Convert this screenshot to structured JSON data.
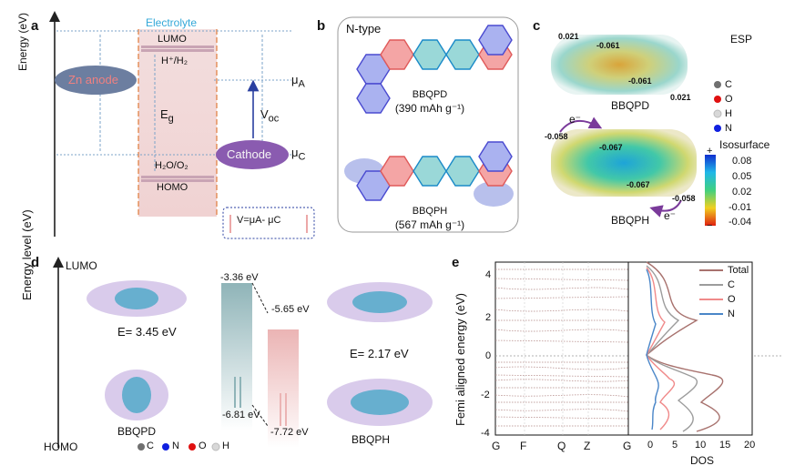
{
  "panel_a": {
    "label": "a",
    "y_axis": "Energy (eV)",
    "electrolyte": "Electrolyte",
    "lumo": "LUMO",
    "h_couple": "H⁺/H₂",
    "eg": "E",
    "eg_sub": "g",
    "h2o_couple": "H₂O/O₂",
    "homo": "HOMO",
    "zn_anode": "Zn anode",
    "cathode": "Cathode",
    "mu_a": "μ",
    "mu_a_sub": "A",
    "mu_c": "μ",
    "mu_c_sub": "C",
    "voc": "V",
    "voc_sub": "oc",
    "formula": "V",
    "formula_rest": "=μA- μC"
  },
  "panel_b": {
    "label": "b",
    "title": "N-type",
    "mol1_name": "BBQPD",
    "mol1_cap": "(390 mAh g⁻¹)",
    "mol2_name": "BBQPH",
    "mol2_cap": "(567 mAh g⁻¹)"
  },
  "panel_c": {
    "label": "c",
    "title": "ESP",
    "top_values": [
      "0.021",
      "-0.061",
      "-0.061",
      "0.021"
    ],
    "top_name": "BBQPD",
    "bottom_values": [
      "-0.058",
      "-0.067",
      "-0.067",
      "-0.058"
    ],
    "bottom_name": "BBQPH",
    "electron": "e⁻",
    "legend": [
      {
        "sym": "C",
        "color": "#707070"
      },
      {
        "sym": "O",
        "color": "#e01010"
      },
      {
        "sym": "H",
        "color": "#d8d8d8"
      },
      {
        "sym": "N",
        "color": "#1020e0"
      }
    ],
    "iso_title": "Isosurface",
    "iso_ticks": [
      "0.08",
      "0.05",
      "0.02",
      "-0.01",
      "-0.04"
    ],
    "iso_plus": "+",
    "iso_minus": "−"
  },
  "panel_d": {
    "label": "d",
    "y_axis": "Energy level (eV)",
    "lumo": "LUMO",
    "homo": "HOMO",
    "gap1": "E= 3.45 eV",
    "gap2": "E= 2.17 eV",
    "lumo1": "-3.36 eV",
    "lumo2": "-5.65 eV",
    "homo1": "-6.81 eV",
    "homo2": "-7.72 eV",
    "mol1": "BBQPD",
    "mol2": "BBQPH",
    "legend": [
      {
        "sym": "C",
        "color": "#707070"
      },
      {
        "sym": "N",
        "color": "#1020e0"
      },
      {
        "sym": "O",
        "color": "#e01010"
      },
      {
        "sym": "H",
        "color": "#d8d8d8"
      }
    ]
  },
  "panel_e": {
    "label": "e",
    "band_ylabel": "Femi aligned energy (eV)",
    "k_labels": [
      "G",
      "F",
      "Q",
      "Z",
      "G"
    ],
    "dos_xlabel": "DOS",
    "y_ticks": [
      "4",
      "2",
      "0",
      "-2",
      "-4"
    ],
    "dos_ticks": [
      "0",
      "5",
      "10",
      "15",
      "20"
    ],
    "legend": [
      {
        "name": "Total",
        "color": "#a8726e"
      },
      {
        "name": "C",
        "color": "#9c9c9c"
      },
      {
        "name": "O",
        "color": "#f08a8a"
      },
      {
        "name": "N",
        "color": "#4a86c8"
      }
    ]
  }
}
